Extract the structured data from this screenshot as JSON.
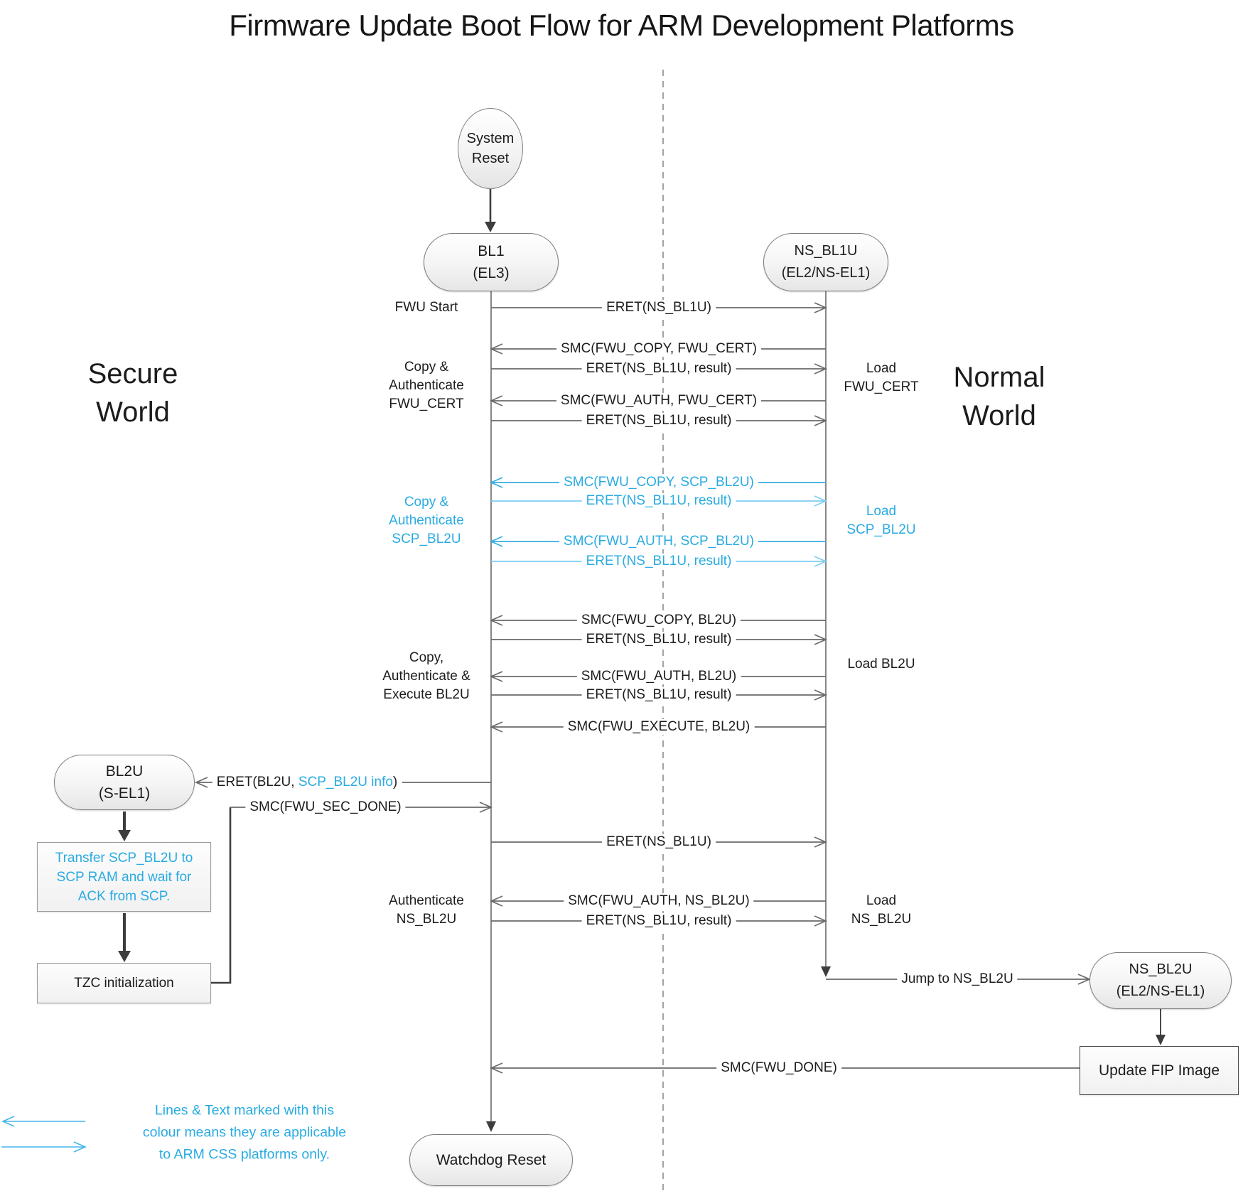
{
  "title": "Firmware Update Boot Flow for ARM Development Platforms",
  "worlds": {
    "secure": "Secure\nWorld",
    "normal": "Normal\nWorld"
  },
  "colors": {
    "css_blue": "#29ABE2",
    "line_gray": "#6a6a6a",
    "dark_arrow": "#3d3d3d",
    "text": "#1c1c1c"
  },
  "nodes": {
    "system_reset": {
      "label": "System\nReset"
    },
    "bl1": {
      "label": "BL1\n(EL3)"
    },
    "ns_bl1u": {
      "label": "NS_BL1U\n(EL2/NS-EL1)"
    },
    "bl2u": {
      "label": "BL2U\n(S-EL1)"
    },
    "transfer_scp": {
      "label": "Transfer SCP_BL2U to\nSCP RAM and wait for\nACK from SCP.",
      "css_only": true
    },
    "tzc": {
      "label": "TZC initialization"
    },
    "ns_bl2u": {
      "label": "NS_BL2U\n(EL2/NS-EL1)"
    },
    "update_fip": {
      "label": "Update FIP Image"
    },
    "watchdog": {
      "label": "Watchdog Reset"
    }
  },
  "messages": [
    {
      "label": "ERET(NS_BL1U)",
      "from": "BL1",
      "to": "NS_BL1U",
      "css_only": false
    },
    {
      "label": "SMC(FWU_COPY, FWU_CERT)",
      "from": "NS_BL1U",
      "to": "BL1",
      "css_only": false
    },
    {
      "label": "ERET(NS_BL1U, result)",
      "from": "BL1",
      "to": "NS_BL1U",
      "css_only": false
    },
    {
      "label": "SMC(FWU_AUTH, FWU_CERT)",
      "from": "NS_BL1U",
      "to": "BL1",
      "css_only": false
    },
    {
      "label": "ERET(NS_BL1U, result)",
      "from": "BL1",
      "to": "NS_BL1U",
      "css_only": false
    },
    {
      "label": "SMC(FWU_COPY, SCP_BL2U)",
      "from": "NS_BL1U",
      "to": "BL1",
      "css_only": true
    },
    {
      "label": "ERET(NS_BL1U, result)",
      "from": "BL1",
      "to": "NS_BL1U",
      "css_only": true
    },
    {
      "label": "SMC(FWU_AUTH, SCP_BL2U)",
      "from": "NS_BL1U",
      "to": "BL1",
      "css_only": true
    },
    {
      "label": "ERET(NS_BL1U, result)",
      "from": "BL1",
      "to": "NS_BL1U",
      "css_only": true
    },
    {
      "label": "SMC(FWU_COPY, BL2U)",
      "from": "NS_BL1U",
      "to": "BL1",
      "css_only": false
    },
    {
      "label": "ERET(NS_BL1U, result)",
      "from": "BL1",
      "to": "NS_BL1U",
      "css_only": false
    },
    {
      "label": "SMC(FWU_AUTH, BL2U)",
      "from": "NS_BL1U",
      "to": "BL1",
      "css_only": false
    },
    {
      "label": "ERET(NS_BL1U, result)",
      "from": "BL1",
      "to": "NS_BL1U",
      "css_only": false
    },
    {
      "label": "SMC(FWU_EXECUTE, BL2U)",
      "from": "NS_BL1U",
      "to": "BL1",
      "css_only": false
    },
    {
      "parts": {
        "prefix": "ERET(BL2U, ",
        "highlight": "SCP_BL2U info",
        "suffix": ")"
      },
      "from": "BL1",
      "to": "BL2U",
      "css_only": false
    },
    {
      "label": "SMC(FWU_SEC_DONE)",
      "from": "BL2U",
      "to": "BL1",
      "css_only": false
    },
    {
      "label": "ERET(NS_BL1U)",
      "from": "BL1",
      "to": "NS_BL1U",
      "css_only": false
    },
    {
      "label": "SMC(FWU_AUTH, NS_BL2U)",
      "from": "NS_BL1U",
      "to": "BL1",
      "css_only": false
    },
    {
      "label": "ERET(NS_BL1U, result)",
      "from": "BL1",
      "to": "NS_BL1U",
      "css_only": false
    },
    {
      "label": "Jump to NS_BL2U",
      "from": "NS_BL1U",
      "to": "NS_BL2U",
      "css_only": false
    },
    {
      "label": "SMC(FWU_DONE)",
      "from": "Update FIP Image",
      "to": "BL1",
      "css_only": false
    }
  ],
  "side_labels": {
    "left": [
      "FWU Start",
      "Copy &\nAuthenticate\nFWU_CERT",
      "Copy &\nAuthenticate\nSCP_BL2U",
      "Copy,\nAuthenticate &\nExecute BL2U",
      "Authenticate\nNS_BL2U"
    ],
    "right": [
      "Load\nFWU_CERT",
      "Load\nSCP_BL2U",
      "Load BL2U",
      "Load\nNS_BL2U"
    ]
  },
  "legend": {
    "text": "Lines & Text marked with this\ncolour means they are applicable\nto ARM CSS platforms only."
  }
}
